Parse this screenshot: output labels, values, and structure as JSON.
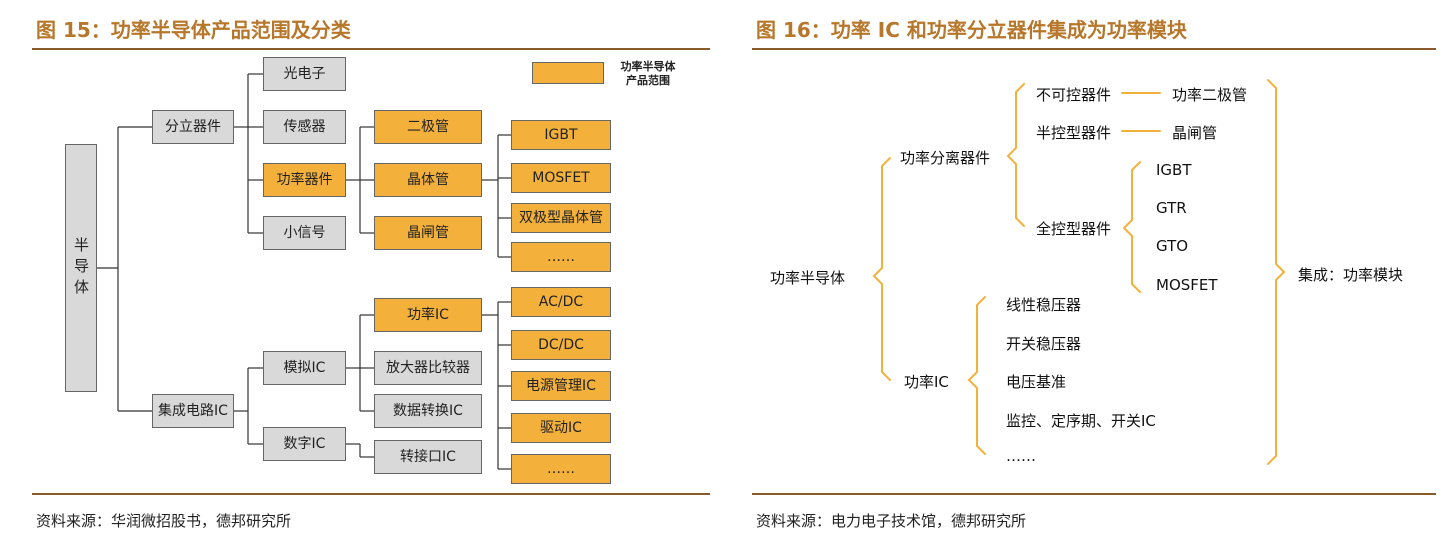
{
  "left": {
    "title": "图 15：功率半导体产品范围及分类",
    "source": "资料来源：华润微招股书，德邦研究所",
    "legend": {
      "line1": "功率半导体",
      "line2": "产品范围"
    },
    "nodes": {
      "root": "半导体",
      "discrete": "分立器件",
      "ic": "集成电路IC",
      "opto": "光电子",
      "sensor": "传感器",
      "power_device": "功率器件",
      "small_signal": "小信号",
      "diode": "二极管",
      "transistor": "晶体管",
      "thyristor": "晶闸管",
      "igbt": "IGBT",
      "mosfet": "MOSFET",
      "bjt": "双极型晶体管",
      "more1": "……",
      "analog": "模拟IC",
      "digital": "数字IC",
      "power_ic": "功率IC",
      "amp": "放大器比较器",
      "adc": "数据转换IC",
      "interface": "转接口IC",
      "acdc": "AC/DC",
      "dcdc": "DC/DC",
      "pmic": "电源管理IC",
      "driver": "驱动IC",
      "more2": "……"
    }
  },
  "right": {
    "title": "图 16：功率 IC 和功率分立器件集成为功率模块",
    "source": "资料来源：电力电子技术馆，德邦研究所",
    "root": "功率半导体",
    "discrete": "功率分离器件",
    "uncontrolled": "不可控器件",
    "power_diode": "功率二极管",
    "semi_controlled": "半控型器件",
    "thyristor": "晶闸管",
    "full_controlled": "全控型器件",
    "igbt": "IGBT",
    "gtr": "GTR",
    "gto": "GTO",
    "mosfet": "MOSFET",
    "power_ic": "功率IC",
    "linear_reg": "线性稳压器",
    "switch_reg": "开关稳压器",
    "voltage_ref": "电压基准",
    "monitor": "监控、定序期、开关IC",
    "more": "……",
    "result": "集成：功率模块"
  }
}
